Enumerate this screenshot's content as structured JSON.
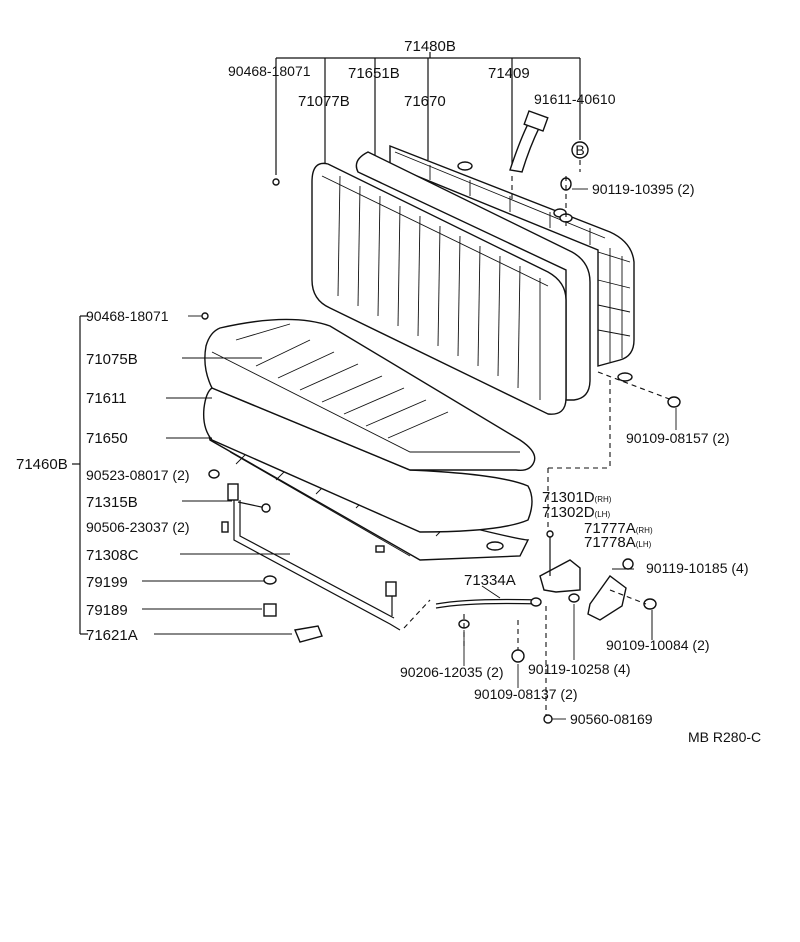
{
  "labels": {
    "l71480b": "71480B",
    "l90468a": "90468-18071",
    "l71651b": "71651B",
    "l71409": "71409",
    "l71077b": "71077B",
    "l71670": "71670",
    "l91611": "91611-40610",
    "lB": "B",
    "l90119_10395": "90119-10395 (2)",
    "l90468b": "90468-18071",
    "l71075b": "71075B",
    "l71611": "71611",
    "l71650": "71650",
    "l71460b": "71460B",
    "l90523": "90523-08017 (2)",
    "l71315b": "71315B",
    "l90506": "90506-23037 (2)",
    "l71308c": "71308C",
    "l79199": "79199",
    "l79189": "79189",
    "l71621a": "71621A",
    "l90109_08157": "90109-08157 (2)",
    "l71301d": "71301D",
    "l71301d_sub": "(RH)",
    "l71302d": "71302D",
    "l71302d_sub": "(LH)",
    "l71777a": "71777A",
    "l71777a_sub": "(RH)",
    "l71778a": "71778A",
    "l71778a_sub": "(LH)",
    "l90119_10185": "90119-10185 (4)",
    "l71334a": "71334A",
    "l90109_10084": "90109-10084 (2)",
    "l90206": "90206-12035 (2)",
    "l90119_10258": "90119-10258 (4)",
    "l90109_08137": "90109-08137 (2)",
    "l90560": "90560-08169",
    "l_code": "MB R280-C"
  }
}
